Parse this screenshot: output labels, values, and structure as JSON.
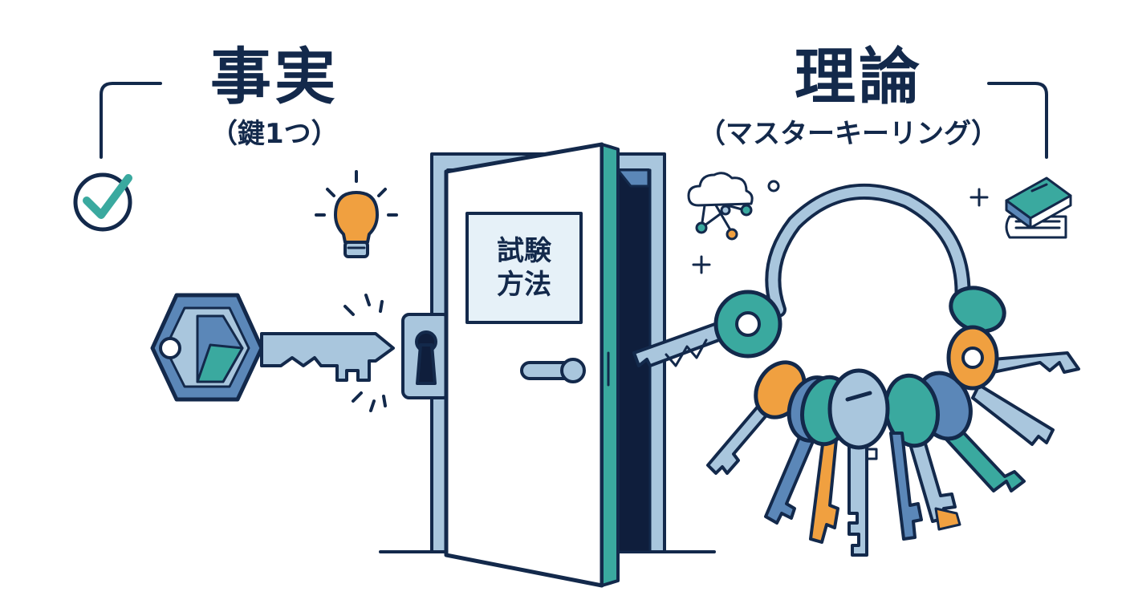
{
  "fact": {
    "title": "事実",
    "subtitle": "（鍵1つ）",
    "icon": "checkmark-circle-icon"
  },
  "theory": {
    "title": "理論",
    "subtitle": "（マスターキーリング）",
    "icons": [
      "cloud-network-icon",
      "books-icon"
    ]
  },
  "door": {
    "sign_line1": "試験",
    "sign_line2": "方法"
  },
  "colors": {
    "navy": "#13294b",
    "teal": "#3aa99f",
    "light_blue": "#a9c6dd",
    "mid_blue": "#5b87b8",
    "orange": "#f0a040",
    "door_dark": "#0f1e3c"
  }
}
